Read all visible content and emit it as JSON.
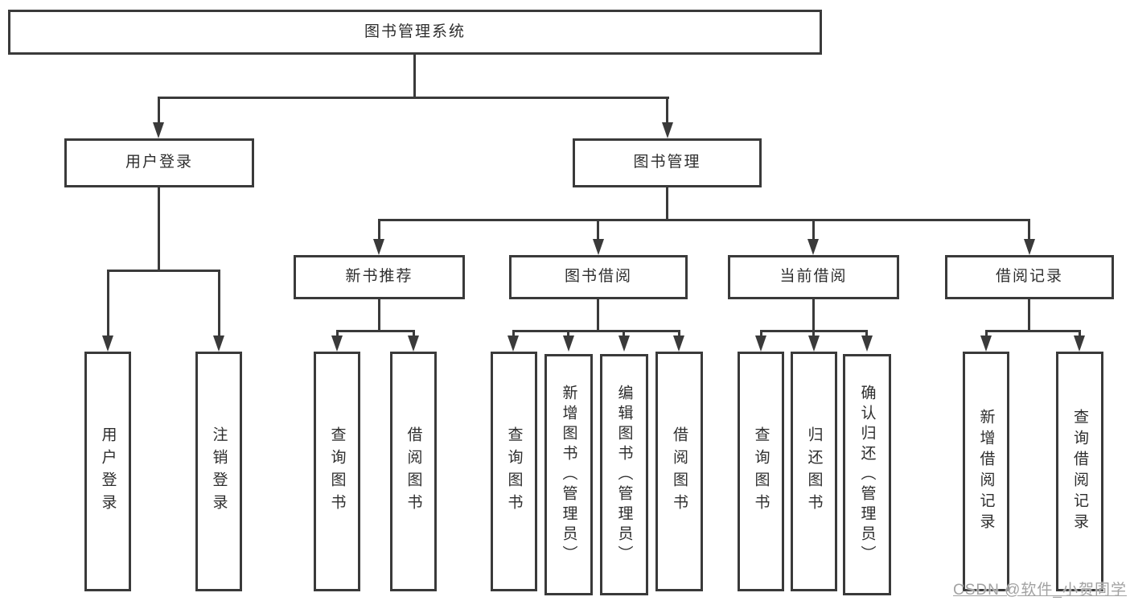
{
  "tree": {
    "root": {
      "label": "图书管理系统"
    },
    "branches": [
      {
        "label": "用户登录",
        "children": [
          {
            "label": "用户登录"
          },
          {
            "label": "注销登录"
          }
        ]
      },
      {
        "label": "图书管理",
        "children": [
          {
            "label": "新书推荐",
            "children": [
              {
                "label": "查询图书"
              },
              {
                "label": "借阅图书"
              }
            ]
          },
          {
            "label": "图书借阅",
            "children": [
              {
                "label": "查询图书"
              },
              {
                "label": "新增图书（管理员）"
              },
              {
                "label": "编辑图书（管理员）"
              },
              {
                "label": "借阅图书"
              }
            ]
          },
          {
            "label": "当前借阅",
            "children": [
              {
                "label": "查询图书"
              },
              {
                "label": "归还图书"
              },
              {
                "label": "确认归还（管理员）"
              }
            ]
          },
          {
            "label": "借阅记录",
            "children": [
              {
                "label": "新增借阅记录"
              },
              {
                "label": "查询借阅记录"
              }
            ]
          }
        ]
      }
    ]
  },
  "watermark": {
    "text": "CSDN @软件_小贺同学"
  },
  "colors": {
    "line": "#3a3a3a",
    "border": "#3a3a3a",
    "text": "#2e2e2e",
    "background": "#ffffff",
    "watermark": "#a2a2a2"
  }
}
